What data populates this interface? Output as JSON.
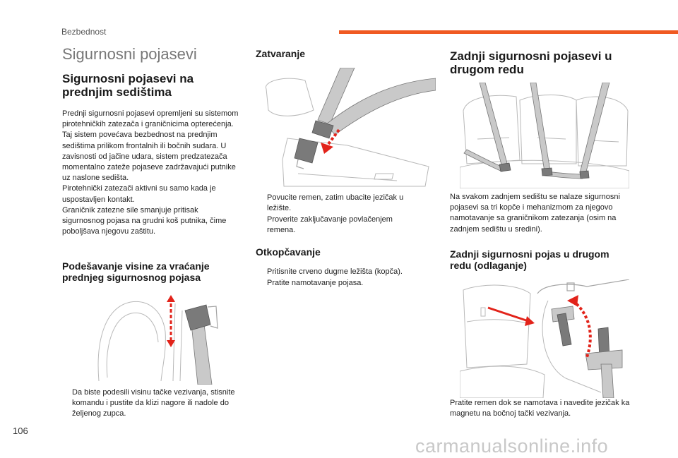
{
  "header": {
    "section": "Bezbednost",
    "accent_color": "#f05a22"
  },
  "page_number": "106",
  "watermark": "carmanualsonline.info",
  "title": "Sigurnosni pojasevi",
  "front": {
    "heading": "Sigurnosni pojasevi na prednjim sedištima",
    "text": "Prednji sigurnosni pojasevi opremljeni su sistemom pirotehničkih zatezača i graničnicima opterećenja.\nTaj sistem povećava bezbednost na prednjim sedištima prilikom frontalnih ili bočnih sudara. U zavisnosti od jačine udara, sistem predzatezača momentalno zateže pojaseve zadržavajući putnike uz naslone sedišta.\nPirotehnički zatezači aktivni su samo kada je uspostavljen kontakt.\nGraničnik zatezne sile smanjuje pritisak sigurnosnog pojasa na grudni koš putnika, čime poboljšava njegovu zaštitu."
  },
  "height_adjust": {
    "heading": "Podešavanje visine za vraćanje prednjeg sigurnosnog pojasa",
    "bullets": [
      "Da biste podesili visinu tačke vezivanja, stisnite komandu i pustite da klizi nagore ili nadole do željenog zupca."
    ]
  },
  "fastening": {
    "heading": "Zatvaranje",
    "bullets": [
      "Povucite remen, zatim ubacite jezičak u ležište.",
      "Proverite zaključavanje povlačenjem remena."
    ]
  },
  "unfastening": {
    "heading": "Otkopčavanje",
    "bullets": [
      "Pritisnite crveno dugme ležišta (kopča).",
      "Pratite namotavanje pojasa."
    ]
  },
  "rear": {
    "heading": "Zadnji sigurnosni pojasevi u drugom redu",
    "text": "Na svakom zadnjem sedištu se nalaze sigurnosni pojasevi sa tri kopče i mehanizmom za njegovo namotavanje sa graničnikom zatezanja (osim na zadnjem sedištu u sredini)."
  },
  "rear_storage": {
    "heading": "Zadnji sigurnosni pojas u drugom redu (odlaganje)",
    "text": "Pratite remen dok se namotava i navedite jezičak ka magnetu na bočnoj tački vezivanja."
  },
  "bullet_glyph": "",
  "arrow_color": "#e2231a"
}
